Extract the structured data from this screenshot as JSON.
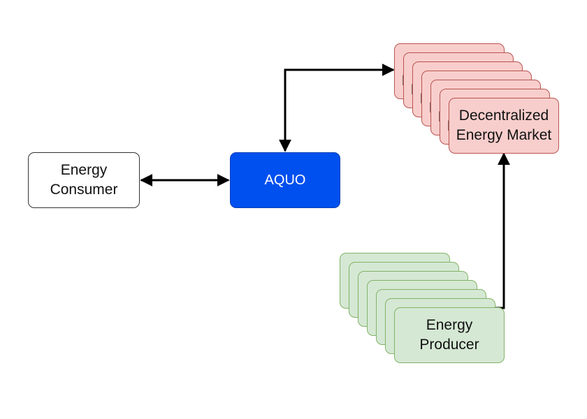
{
  "colors": {
    "aquo_fill": "#0050ef",
    "market_fill": "#f8cecc",
    "market_border": "#b85450",
    "producer_fill": "#d5e8d4",
    "producer_border": "#82b366",
    "connector": "#000000"
  },
  "nodes": {
    "consumer": {
      "label_line1": "Energy",
      "label_line2": "Consumer"
    },
    "aquo": {
      "label": "AQUO"
    },
    "market": {
      "label_line1": "Decentralized",
      "label_line2": "Energy Market"
    },
    "producer": {
      "label_line1": "Energy",
      "label_line2": "Producer"
    }
  },
  "connections": [
    {
      "from": "consumer",
      "to": "aquo",
      "direction": "both"
    },
    {
      "from": "aquo",
      "to": "market",
      "direction": "both"
    },
    {
      "from": "producer",
      "to": "market",
      "direction": "one-way"
    }
  ]
}
